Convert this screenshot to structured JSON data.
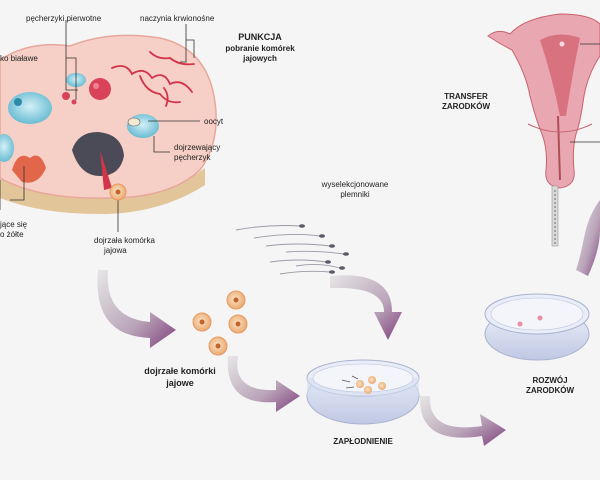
{
  "labels": {
    "primordial_follicles": "pęcherzyki pierwotne",
    "blood_vessels": "naczynia krwionośne",
    "white_bodies": "ko białawe",
    "puncture_title": "PUNKCJA",
    "puncture_sub1": "pobranie komórek",
    "puncture_sub2": "jajowych",
    "oocyte": "oocyt",
    "maturing_follicle_1": "dojrzewający",
    "maturing_follicle_2": "pęcherzyk",
    "corpus_luteum_1": "jące się",
    "corpus_luteum_2": "o żółte",
    "mature_egg_1": "dojrzała komórka",
    "mature_egg_2": "jajowa",
    "selected_sperm_1": "wyselekcjonowane",
    "selected_sperm_2": "plemniki",
    "transfer_1": "TRANSFER",
    "transfer_2": "ZARODKÓW",
    "mature_eggs_1": "dojrzałe komórki",
    "mature_eggs_2": "jajowe",
    "fertilization": "ZAPŁODNIENIE",
    "development_1": "ROZWÓJ",
    "development_2": "ZARODKÓW"
  },
  "colors": {
    "ovary": "#f6cfc6",
    "ovary_edge": "#e7a89c",
    "ovary_base": "#e3c59a",
    "follicle_blue": "#9ad3e3",
    "vessel_red": "#d2344a",
    "dark_follicle": "#4b4b57",
    "egg": "#f2c79a",
    "egg_ring": "#e89a62",
    "dish": "#cfd6ec",
    "dish_edge": "#aab3cf",
    "arrow_purple": "#8a4a86",
    "arrow_grey": "#cfcfcf",
    "uterus": "#e9a7b1",
    "uterus_dark": "#c9646f",
    "leader": "#333333"
  }
}
